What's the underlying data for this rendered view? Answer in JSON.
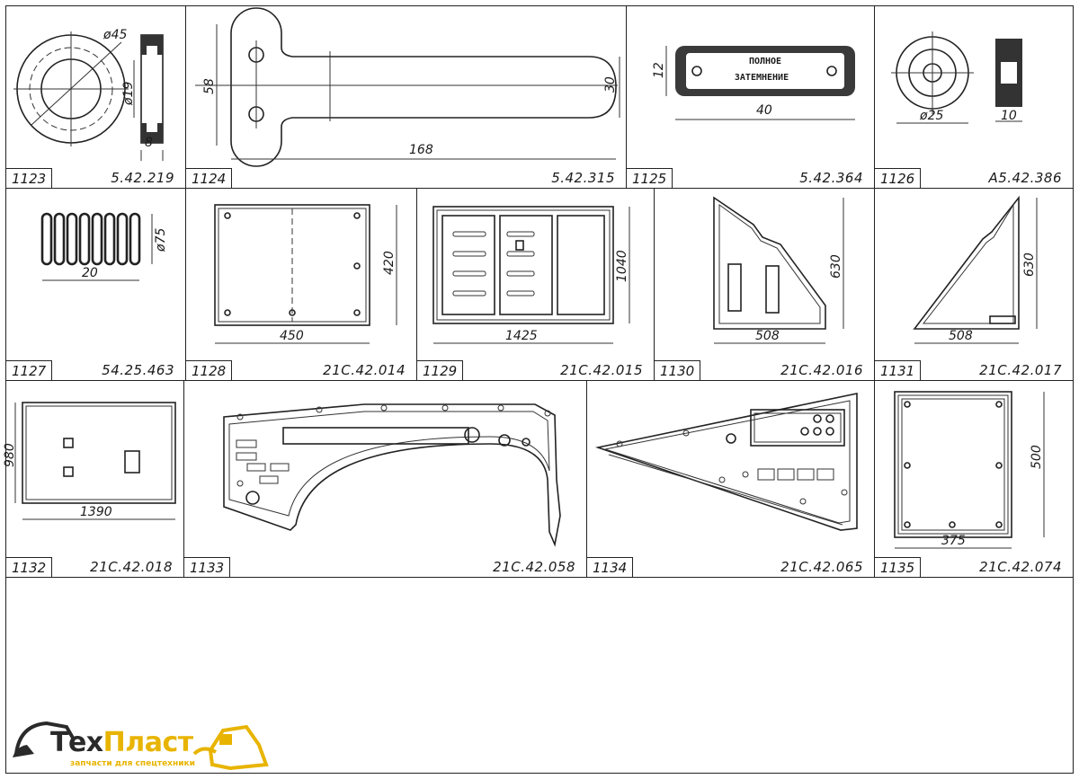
{
  "cells": [
    {
      "number": "1123",
      "code": "5.42.219",
      "dims": [
        "ø45",
        "ø19",
        "8"
      ]
    },
    {
      "number": "1124",
      "code": "5.42.315",
      "dims": [
        "58",
        "30",
        "168"
      ]
    },
    {
      "number": "1125",
      "code": "5.42.364",
      "dims": [
        "12",
        "40"
      ],
      "label": [
        "ПОЛНОЕ",
        "ЗАТЕМНЕНИЕ"
      ]
    },
    {
      "number": "1126",
      "code": "А5.42.386",
      "dims": [
        "ø25",
        "10"
      ]
    },
    {
      "number": "1127",
      "code": "54.25.463",
      "dims": [
        "ø75",
        "20"
      ]
    },
    {
      "number": "1128",
      "code": "21С.42.014",
      "dims": [
        "420",
        "450"
      ]
    },
    {
      "number": "1129",
      "code": "21С.42.015",
      "dims": [
        "1040",
        "1425"
      ]
    },
    {
      "number": "1130",
      "code": "21С.42.016",
      "dims": [
        "630",
        "508"
      ]
    },
    {
      "number": "1131",
      "code": "21С.42.017",
      "dims": [
        "630",
        "508"
      ]
    },
    {
      "number": "1132",
      "code": "21С.42.018",
      "dims": [
        "980",
        "1390"
      ]
    },
    {
      "number": "1133",
      "code": "21С.42.058",
      "dims": []
    },
    {
      "number": "1134",
      "code": "21С.42.065",
      "dims": []
    },
    {
      "number": "1135",
      "code": "21С.42.074",
      "dims": [
        "500",
        "375"
      ]
    }
  ],
  "logo": {
    "name_part1": "Тех",
    "name_part2": "Пласт",
    "subtitle": "запчасти для спецтехники",
    "colors": {
      "dark": "#2a2a2a",
      "accent": "#e8b400"
    }
  }
}
